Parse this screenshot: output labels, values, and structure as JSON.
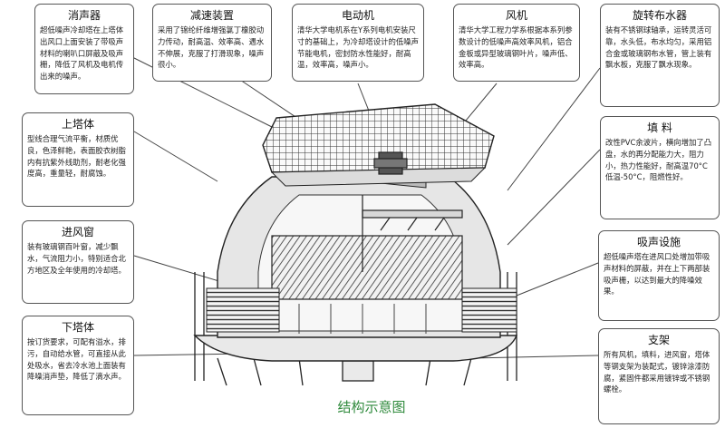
{
  "caption": "结构示意图",
  "accent_color": "#2f8a3c",
  "callouts": {
    "muffler": {
      "title": "消声器",
      "text": "超低噪声冷却塔在上塔体出风口上面安装了带吸声材料的喇叭口屏蔽及吸声栅，降低了风机及电机传出来的噪声。"
    },
    "reducer": {
      "title": "减速装置",
      "text": "采用了锦纶纤维增强氯丁橡胶动力传动，耐高温、效率高、遇水不伸展，克服了打滑现象，噪声很小。"
    },
    "motor": {
      "title": "电动机",
      "text": "清华大学电机系在Y系列电机安装尺寸的基础上，为冷却塔设计的低噪声节能电机，密封防水性能好，耐高温，效率高，噪声小。"
    },
    "fan": {
      "title": "风机",
      "text": "清华大学工程力学系根据本系列参数设计的低噪声高效率风机，铝合金板或异型玻璃钢叶片，噪声低、效率高。"
    },
    "sprinkler": {
      "title": "旋转布水器",
      "text": "装有不锈钢球轴承，运转灵活可靠，水头低，布水均匀，采用铝合金或玻璃钢布水管，管上装有飘水板，克服了飘水现象。"
    },
    "upper_body": {
      "title": "上塔体",
      "text": "型线合理气流平衡，材质优良，色泽鲜艳，表面胶衣树脂内有抗紫外线助剂，耐老化强度高，重量轻，耐腐蚀。"
    },
    "inlet_window": {
      "title": "进风窗",
      "text": "装有玻璃钢百叶窗，减少飘水，气流阻力小，特别适合北方地区及全年使用的冷却塔。"
    },
    "lower_body": {
      "title": "下塔体",
      "text": "按订货要求，可配有溢水，排污，自动给水管，可直接从此处吸水，省去冷水池上面装有降噪消声垫，降低了滴水声。"
    },
    "fill": {
      "title": "填  料",
      "text": "改性PVC余波片，横向增加了凸盘，水的再分配能力大，阻力小，热力性能好，耐高温70°C低温-50°C，阻燃性好。"
    },
    "sound_absorb": {
      "title": "吸声设施",
      "text": "超低噪声塔在进风口处增加带吸声材料的屏蔽，并在上下两部装吸声栅，以达到最大的降噪效果。"
    },
    "support": {
      "title": "支架",
      "text": "所有风机，填料，进风窗，塔体等钢支架为装配式，镀锌涂漆防腐，紧固件都采用镀锌或不锈钢螺栓。"
    }
  }
}
